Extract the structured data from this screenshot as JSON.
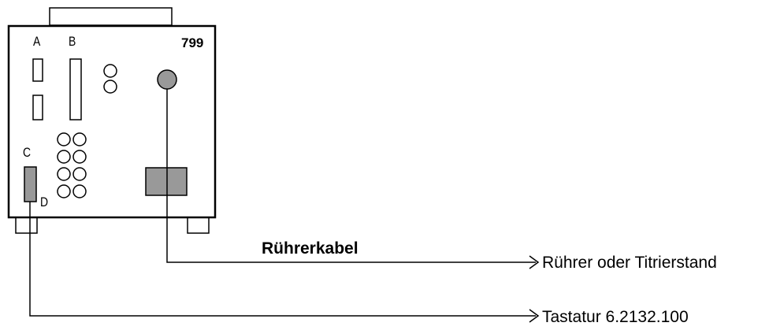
{
  "device": {
    "model": "799",
    "ports": {
      "a": "A",
      "b": "B",
      "c": "C",
      "d": "D"
    }
  },
  "cables": {
    "stirrer_cable_label": "Rührerkabel",
    "stirrer_destination": "Rührer oder Titrierstand",
    "keyboard_destination": "Tastatur 6.2132.100"
  },
  "colors": {
    "line": "#000000",
    "fill_gray": "#999999",
    "background": "#ffffff"
  }
}
